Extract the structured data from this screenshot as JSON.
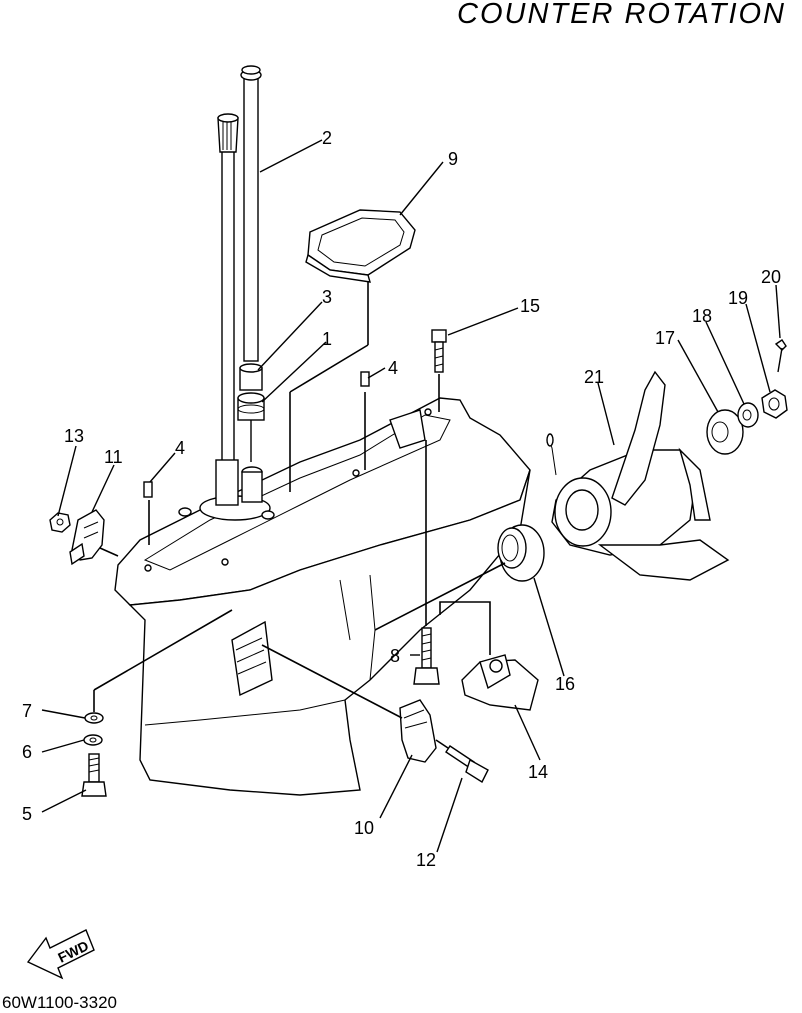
{
  "header": {
    "title": "COUNTER ROTATION"
  },
  "footer": {
    "ref_code": "60W1100-3320"
  },
  "fwd_arrow": {
    "label": "FWD"
  },
  "callouts": {
    "c1": "1",
    "c2": "2",
    "c3": "3",
    "c4a": "4",
    "c4b": "4",
    "c5": "5",
    "c6": "6",
    "c7": "7",
    "c8": "8",
    "c9": "9",
    "c10": "10",
    "c11": "11",
    "c12": "12",
    "c13": "13",
    "c14": "14",
    "c15": "15",
    "c16": "16",
    "c17": "17",
    "c18": "18",
    "c19": "19",
    "c20": "20",
    "c21": "21"
  }
}
